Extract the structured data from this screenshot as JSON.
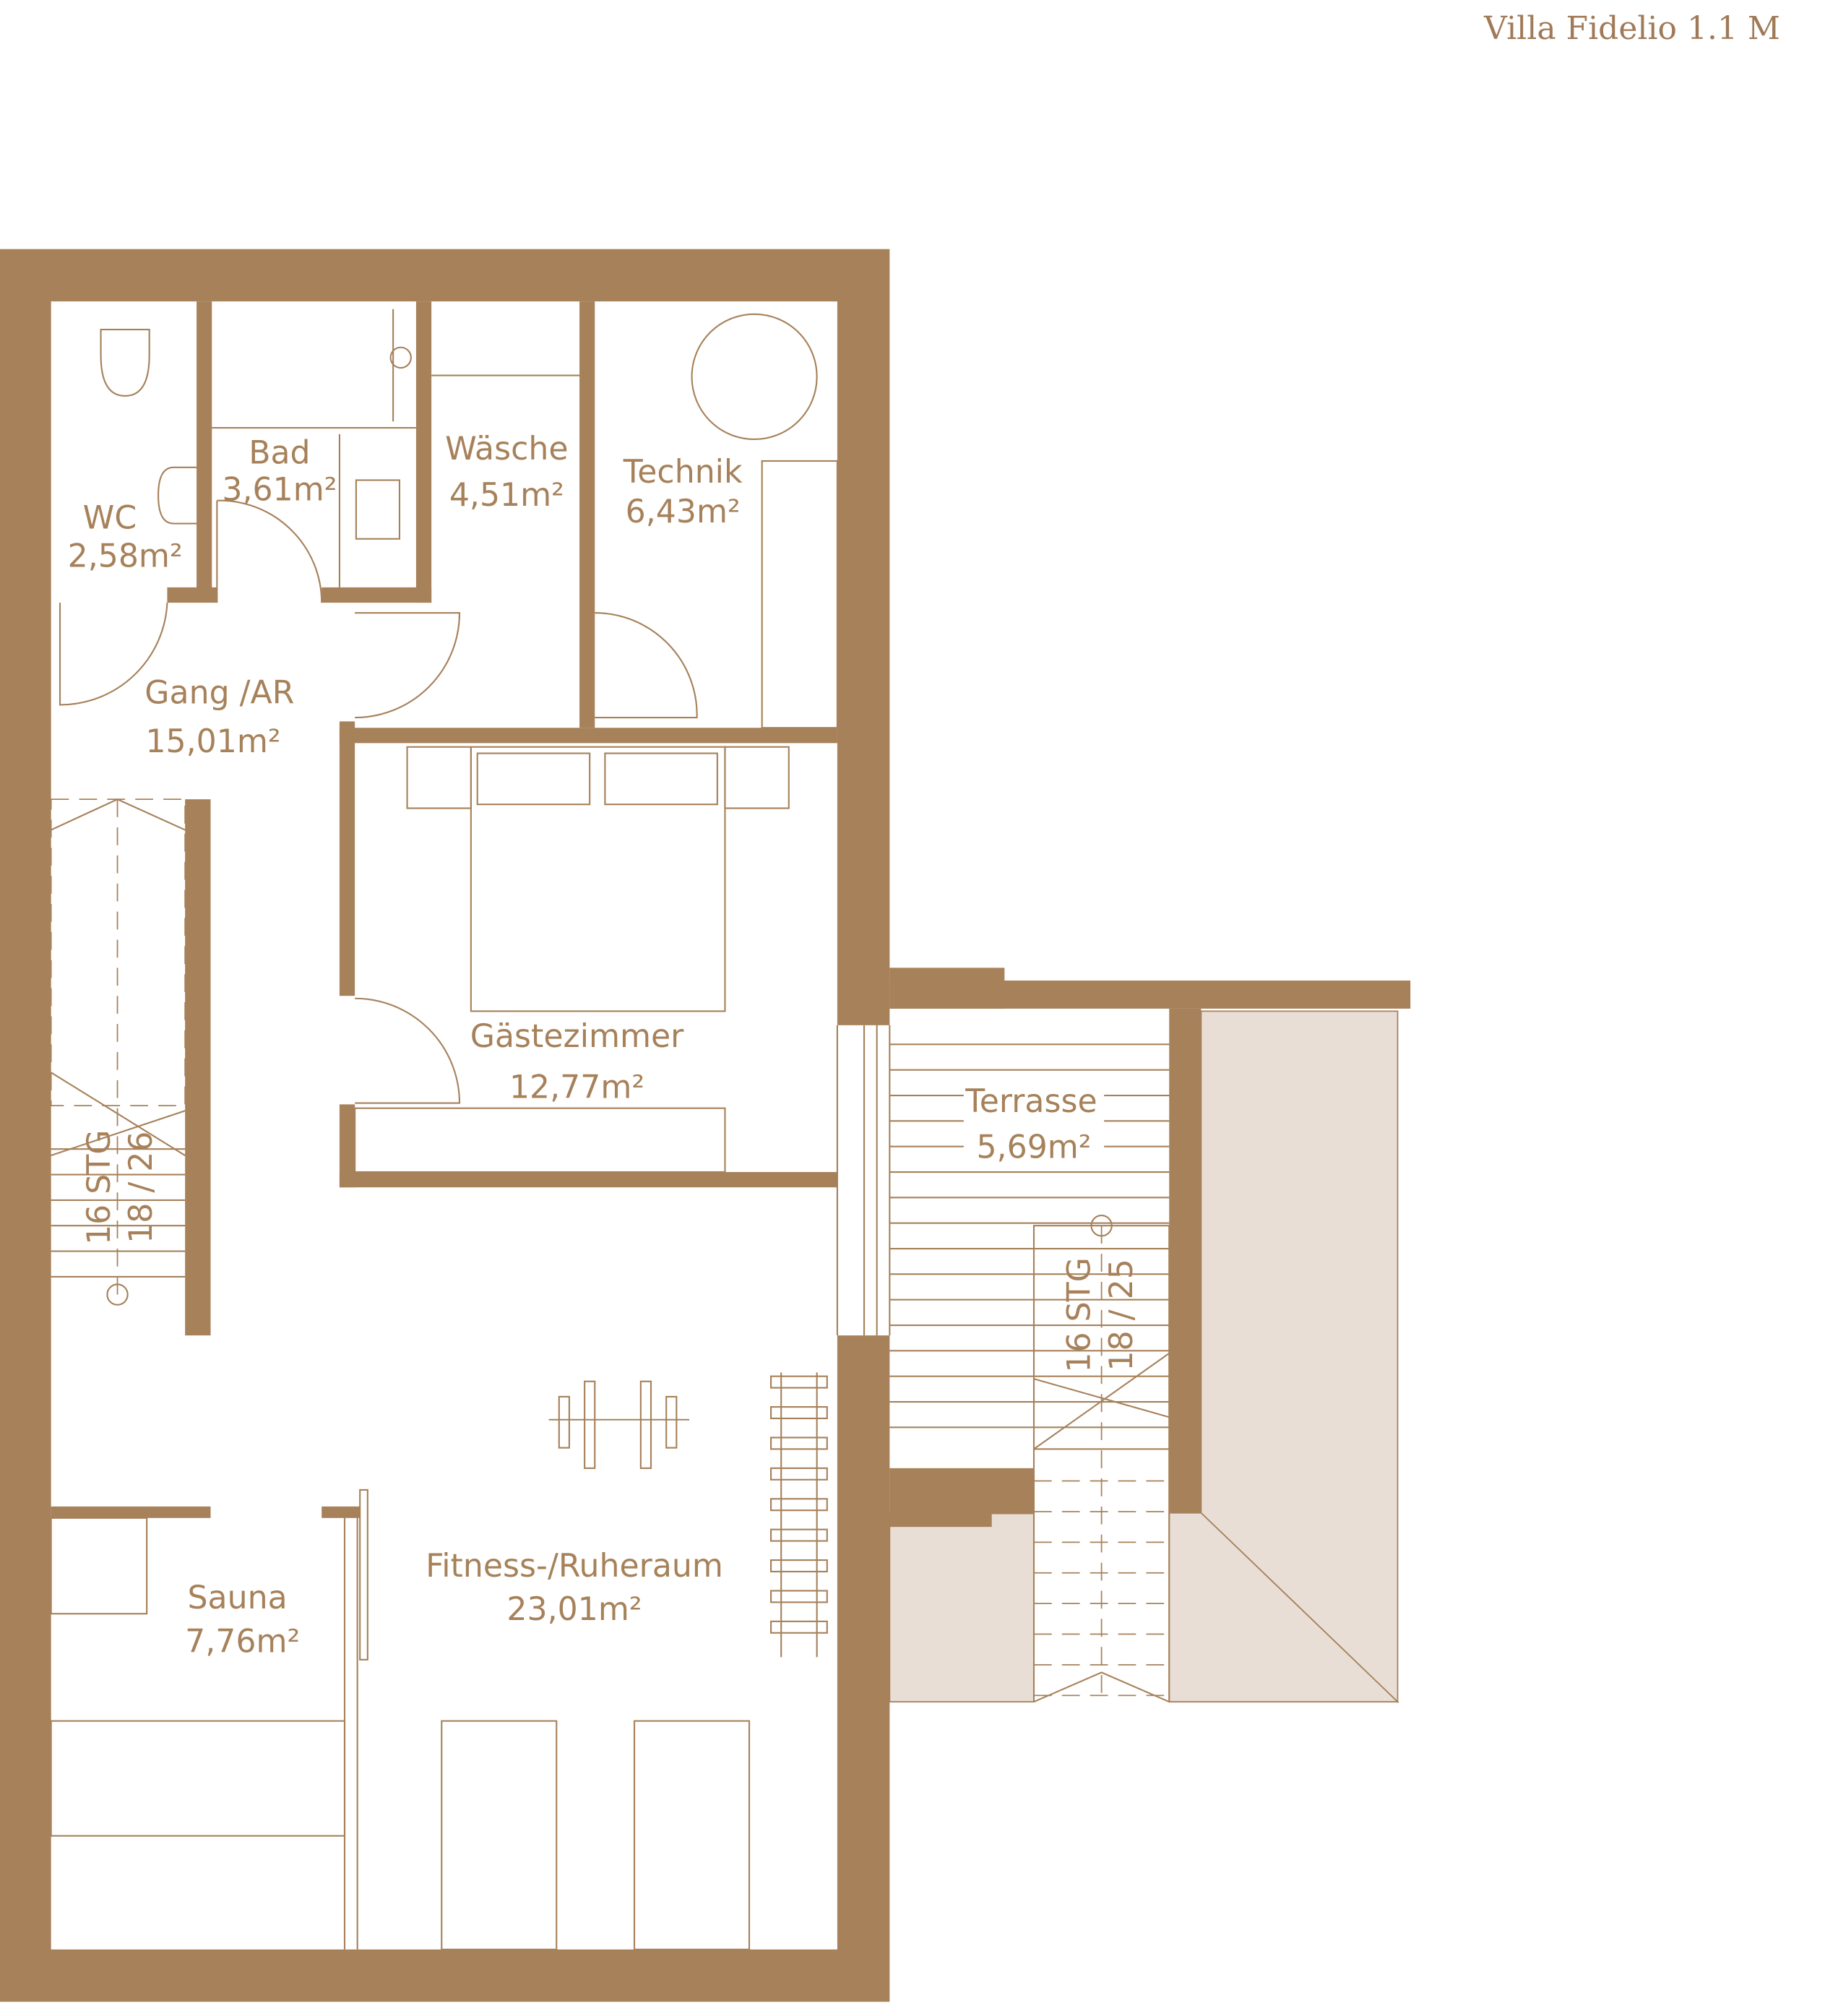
{
  "title": "Villa Fidelio 1.1 M",
  "colors": {
    "wall": "#A6815A",
    "terrace_fill": "#E8DED5",
    "text": "#A6815A"
  },
  "rooms": {
    "wc": {
      "name": "WC",
      "area": "2,58m²"
    },
    "bad": {
      "name": "Bad",
      "area": "3,61m²"
    },
    "waesche": {
      "name": "Wäsche",
      "area": "4,51m²"
    },
    "technik": {
      "name": "Technik",
      "area": "6,43m²"
    },
    "gang": {
      "name": "Gang /AR",
      "area": "15,01m²"
    },
    "gaeste": {
      "name": "Gästezimmer",
      "area": "12,77m²"
    },
    "terrasse": {
      "name": "Terrasse",
      "area": "5,69m²"
    },
    "fitness": {
      "name": "Fitness-/Ruheraum",
      "area": "23,01m²"
    },
    "sauna": {
      "name": "Sauna",
      "area": "7,76m²"
    }
  },
  "stairs": {
    "inner": {
      "steps": "16 STG",
      "ratio": "18 / 26"
    },
    "outer": {
      "steps": "16 STG",
      "ratio": "18 / 25"
    }
  }
}
